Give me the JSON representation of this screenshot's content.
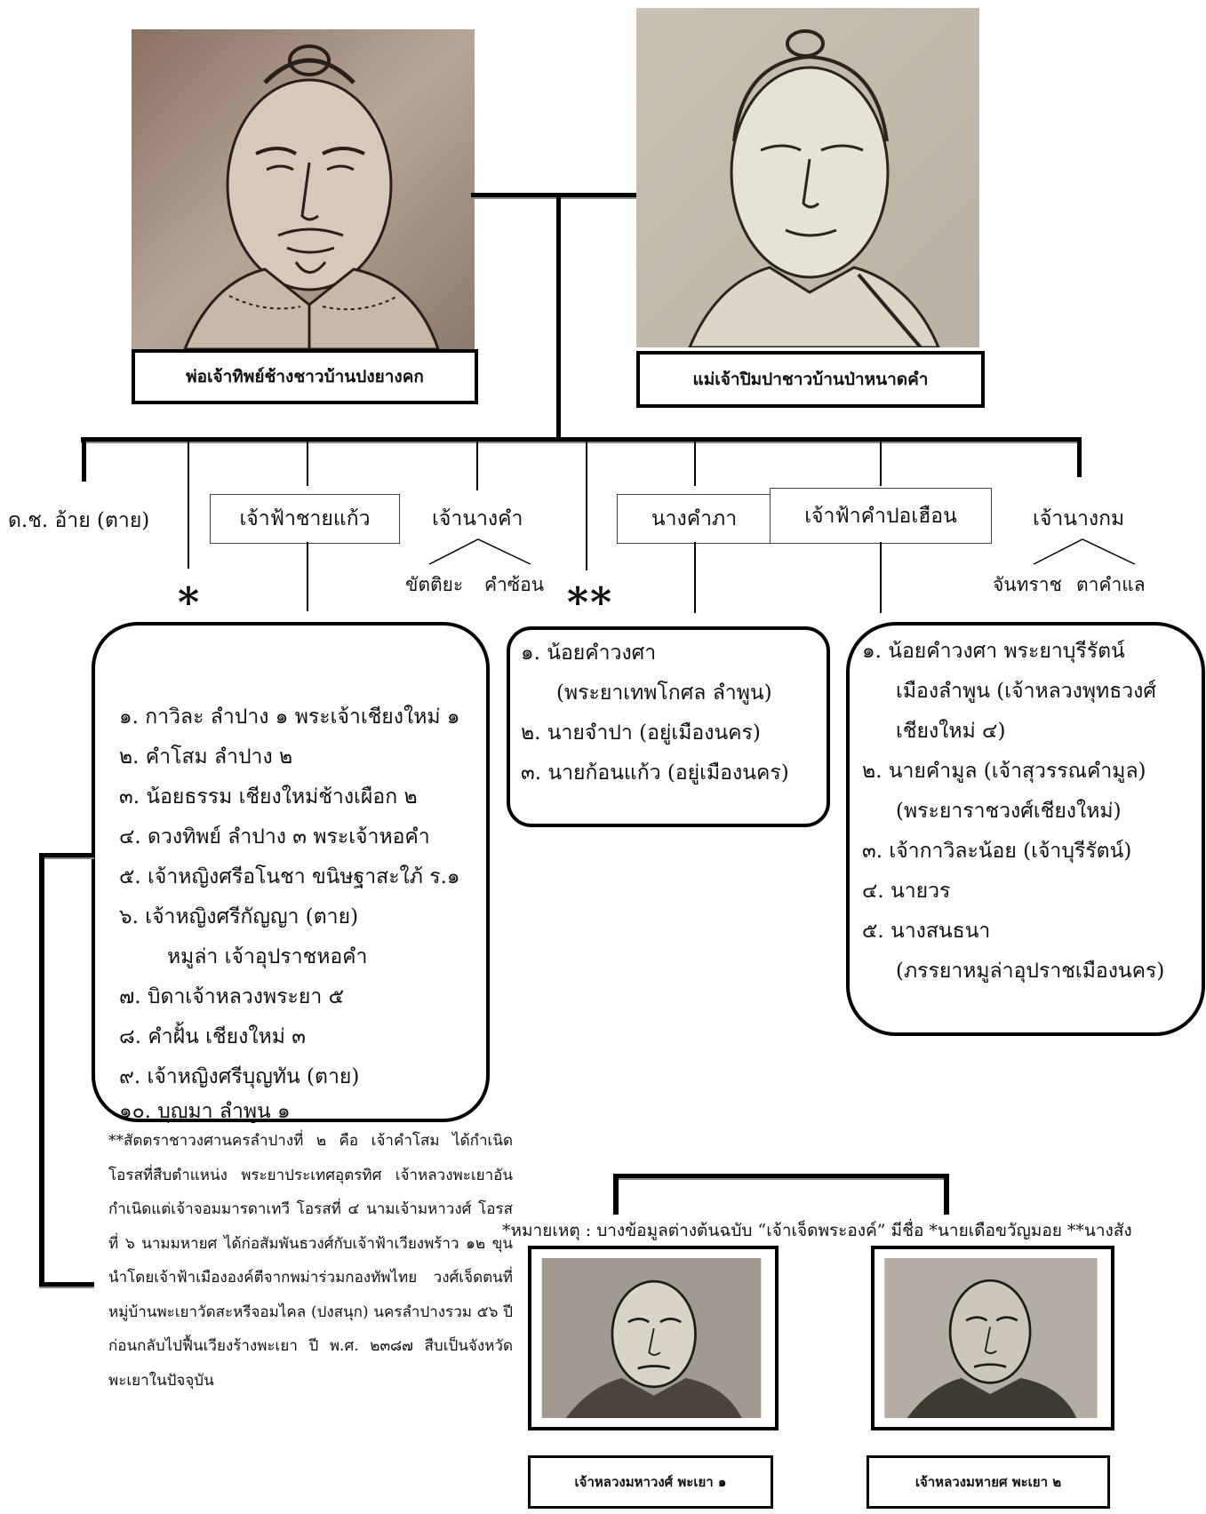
{
  "parents": {
    "father": {
      "label": "พ่อเจ้าทิพย์ช้างชาวบ้านปงยางคก",
      "portrait_icon": "man-portrait-drawing"
    },
    "mother": {
      "label": "แม่เจ้าปิมปาชาวบ้านป่าหนาดคำ",
      "portrait_icon": "woman-portrait-drawing"
    }
  },
  "children": [
    {
      "label": "ด.ช. อ้าย (ตาย)"
    },
    {
      "label": "*"
    },
    {
      "label": "เจ้าฟ้าชายแก้ว"
    },
    {
      "label": "เจ้านางคำ",
      "children": [
        "ขัตติยะ",
        "คำซ้อน"
      ]
    },
    {
      "label": "**"
    },
    {
      "label": "นางคำภา"
    },
    {
      "label": "เจ้าฟ้าคำปอเฮือน"
    },
    {
      "label": "เจ้านางกม",
      "children": [
        "จันทราช",
        "ตาคำแล"
      ]
    }
  ],
  "kaew_children": [
    "๑. กาวิละ ลำปาง ๑ พระเจ้าเชียงใหม่ ๑",
    "๒. คำโสม ลำปาง ๒",
    "๓. น้อยธรรม เชียงใหม่ช้างเผือก ๒",
    "๔. ดวงทิพย์ ลำปาง ๓ พระเจ้าหอคำ",
    "๕. เจ้าหญิงศรีอโนชา ขนิษฐาสะใภ้ ร.๑",
    "๖. เจ้าหญิงศรีกัญญา (ตาย)",
    "หมูล่า เจ้าอุปราชหอคำ",
    "๗. บิดาเจ้าหลวงพระยา ๕",
    "๘. คำฝั้น เชียงใหม่ ๓",
    "๙. เจ้าหญิงศรีบุญทัน (ตาย)",
    "๑๐. บุญมา ลำพูน ๑"
  ],
  "khampha_children": [
    "๑. น้อยคำวงศา",
    "(พระยาเทพโกศล ลำพูน)",
    "๒. นายจำปา (อยู่เมืองนคร)",
    "๓. นายก้อนแก้ว (อยู่เมืองนคร)"
  ],
  "khampoheuan_children": [
    "๑. น้อยคำวงศา พระยาบุรีรัตน์",
    "เมืองลำพูน (เจ้าหลวงพุทธวงศ์",
    "เชียงใหม่ ๔)",
    "๒. นายคำมูล (เจ้าสุวรรณคำมูล)",
    "(พระยาราชวงศ์เชียงใหม่)",
    "๓. เจ้ากาวิละน้อย (เจ้าบุรีรัตน์)",
    "๔. นายวร",
    "๕. นางสนธนา",
    "(ภรรยาหมูล่าอุปราชเมืองนคร)"
  ],
  "footnote": "**สัตตราชาวงศานครลำปางที่ ๒ คือ เจ้าคำโสม ได้กำเนิดโอรสที่สืบตำแหน่ง พระยาประเทศอุตรทิศ เจ้าหลวงพะเยาอันกำเนิดแต่เจ้าจอมมารดาเทวี โอรสที่ ๔ นามเจ้ามหาวงศ์ โอรสที่ ๖ นามมหายศ ได้ก่อสัมพันธวงศ์กับเจ้าฟ้าเวียงพร้าว ๑๒ ขุนนำโดยเจ้าฟ้าเมืององค์ตีจากพม่าร่วมกองทัพไทย วงศ์เจ็ดตนที่หมู่บ้านพะเยาวัดสะหรีจอมไคล (ปงสนุก) นครลำปางรวม ๕๖ ปีก่อนกลับไปฟื้นเวียงร้างพะเยา ปี พ.ศ. ๒๓๘๗ สืบเป็นจังหวัดพะเยาในปัจจุบัน",
  "remark": "*หมายเหตุ : บางข้อมูลต่างต้นฉบับ “เจ้าเจ็ดพระองค์” มีชื่อ *นายเดือขวัญมอย **นางสัง",
  "phayao": [
    {
      "label": "เจ้าหลวงมหาวงศ์ พะเยา ๑",
      "portrait_icon": "man-portrait-photo"
    },
    {
      "label": "เจ้าหลวงมหายศ พะเยา ๒",
      "portrait_icon": "man-portrait-photo"
    }
  ]
}
